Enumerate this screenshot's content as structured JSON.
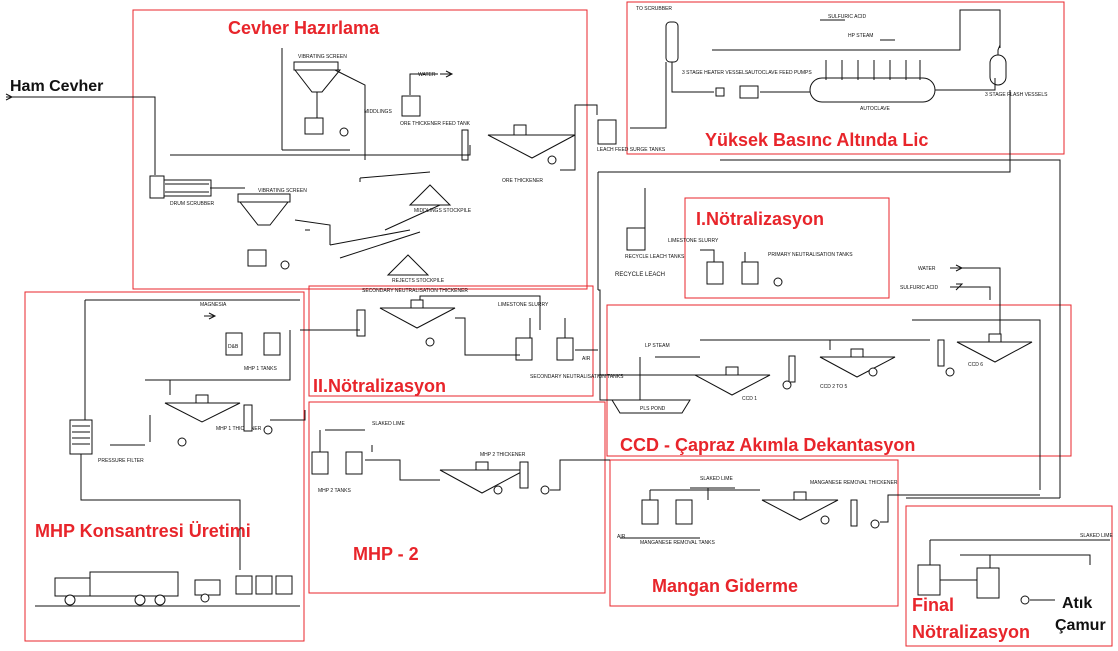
{
  "sections": {
    "cevher": "Cevher Hazırlama",
    "yuksek": "Yüksek Basınc Altında Lic",
    "notr1": "I.Nötralizasyon",
    "notr2": "II.Nötralizasyon",
    "ccd": "CCD - Çapraz Akımla Dekantasyon",
    "mhp_kons": "MHP Konsantresi Üretimi",
    "mhp2": "MHP - 2",
    "mangan": "Mangan Giderme",
    "final_line1": "Final",
    "final_line2": "Nötralizasyon"
  },
  "external": {
    "ham_cevher": "Ham Cevher",
    "atik_line1": "Atık",
    "atik_line2": "Çamur"
  },
  "equipment": {
    "drum_scrubber": "DRUM SCRUBBER",
    "vibrating_screen_top": "VIBRATING SCREEN",
    "vibrating_screen_bottom": "VIBRATING SCREEN",
    "water_top": "WATER",
    "ore_thickener_feed": "ORE THICKENER FEED TANK",
    "ore_thickener": "ORE THICKENER",
    "middlings": "MIDDLINGS",
    "middlings_stockpile": "MIDDLINGS STOCKPILE",
    "rejects_stockpile": "REJECTS STOCKPILE",
    "leach_feed": "LEACH FEED SURGE TANKS",
    "to_scrubber": "TO SCRUBBER",
    "sulfuric_acid_top": "SULFURIC ACID",
    "hp_steam": "HP STEAM",
    "heater_vessels": "3 STAGE HEATER VESSELS",
    "autoclave_feed": "AUTOCLAVE FEED PUMPS",
    "autoclave": "AUTOCLAVE",
    "flash_vessels": "3 STAGE FLASH VESSELS",
    "recycle_leach_tanks": "RECYCLE LEACH TANKS",
    "recycle_leach": "RECYCLE LEACH",
    "limestone_1": "LIMESTONE SLURRY",
    "primary_neut": "PRIMARY NEUTRALISATION TANKS",
    "magnesia": "MAGNESIA",
    "mhp1_tanks": "MHP 1 TANKS",
    "mhp1_thickener": "MHP 1 THICKENER",
    "pressure_filter": "PRESSURE FILTER",
    "secondary_neut_thickener": "SECONDARY NEUTRALISATION THICKENER",
    "limestone_2": "LIMESTONE SLURRY",
    "air": "AIR",
    "secondary_neut_tanks": "SECONDARY NEUTRALISATION TANKS",
    "lp_steam": "LP STEAM",
    "pls_pond": "PLS POND",
    "ccd1": "CCD 1",
    "ccd2to5": "CCD 2 TO 5",
    "ccd6": "CCD 6",
    "water_right": "WATER",
    "sulfuric_acid_right": "SULFURIC ACID",
    "slaked_lime_mhp2": "SLAKED LIME",
    "mhp2_thickener": "MHP 2 THICKENER",
    "mhp2_tanks": "MHP 2 TANKS",
    "slaked_lime_mangan": "SLAKED LIME",
    "manganese_thickener": "MANGANESE REMOVAL THICKENER",
    "manganese_tanks": "MANGANESE REMOVAL TANKS",
    "air_mangan": "AIR",
    "slaked_lime_final": "SLAKED LIME",
    "tank_tag": "D&B"
  }
}
